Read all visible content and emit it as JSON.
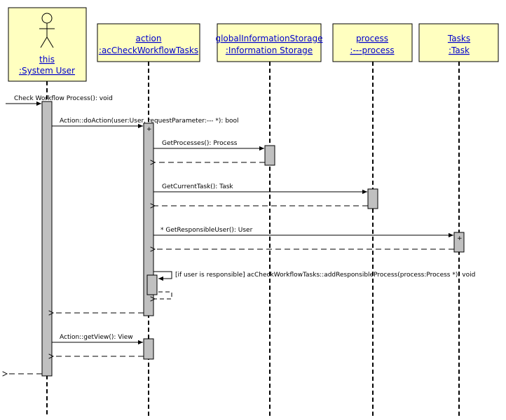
{
  "objects": [
    {
      "id": "user",
      "name": "this",
      "type": ":System User"
    },
    {
      "id": "action",
      "name": "action",
      "type": ":acCheckWorkflowTasks"
    },
    {
      "id": "gis",
      "name": "globalInformationStorage",
      "type": ":Information Storage"
    },
    {
      "id": "process",
      "name": "process",
      "type": ":---process"
    },
    {
      "id": "tasks",
      "name": "Tasks",
      "type": ":Task"
    }
  ],
  "messages": [
    {
      "id": "m-check",
      "label": "Check Workflow Process(): void"
    },
    {
      "id": "m-doaction",
      "label": "Action::doAction(user:User, requestParameter:--- *): bool"
    },
    {
      "id": "m-getprocesses",
      "label": "GetProcesses(): Process"
    },
    {
      "id": "m-getcurrenttask",
      "label": "GetCurrentTask(): Task"
    },
    {
      "id": "m-getresponsible",
      "label": "* GetResponsibleUser(): User"
    },
    {
      "id": "m-addresponsible",
      "label": "[if user is responsible]  acCheckWorkflowTasks::addResponsibleProcess(process:Process *): void"
    },
    {
      "id": "m-getview",
      "label": "Action::getView(): View"
    }
  ],
  "markers": {
    "plus": "+"
  },
  "colors": {
    "object_fill": "#ffffc0",
    "activation_fill": "#c0c0c0",
    "name_text": "#0000cc"
  }
}
